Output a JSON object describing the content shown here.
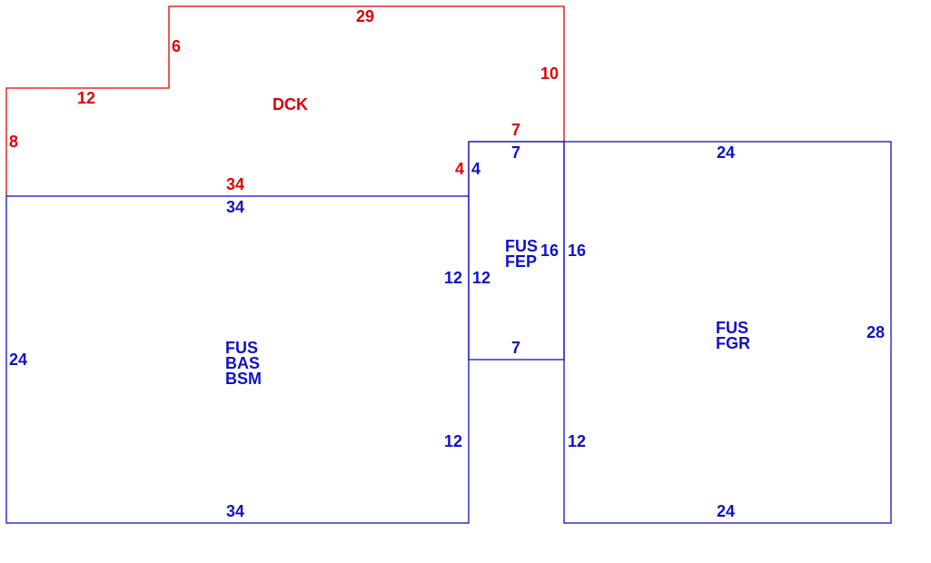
{
  "colors": {
    "deck": "#e00000",
    "house": "#1010cc"
  },
  "areas": {
    "deck": {
      "code": "DCK"
    },
    "main": {
      "codes": [
        "FUS",
        "BAS",
        "BSM"
      ]
    },
    "porch": {
      "codes": [
        "FUS",
        "FEP"
      ]
    },
    "garage": {
      "codes": [
        "FUS",
        "FGR"
      ]
    }
  },
  "dimensions": {
    "deck": {
      "top": "29",
      "step_upper": "6",
      "step_left": "12",
      "left": "8",
      "bottom": "34",
      "right_upper": "10",
      "right_lower": "7",
      "right_step": "4"
    },
    "main": {
      "top": "34",
      "left": "24",
      "bottom": "34",
      "right_upper": "12",
      "right_lower": "12"
    },
    "porch": {
      "top": "7",
      "left_upper": "4",
      "left": "12",
      "right": "16",
      "bottom": "7"
    },
    "garage": {
      "top": "24",
      "left_upper": "16",
      "left_lower": "12",
      "right": "28",
      "bottom": "24"
    }
  }
}
